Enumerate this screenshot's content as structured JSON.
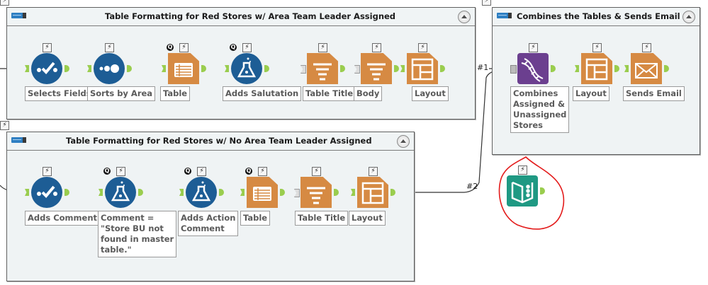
{
  "containers": [
    {
      "title": "Table Formatting for Red Stores w/ Area Team Leader Assigned"
    },
    {
      "title": "Table Formatting for Red Stores w/ No Area Team Leader Assigned"
    },
    {
      "title": "Combines the Tables & Sends Email"
    }
  ],
  "top_tools": [
    {
      "label": "Selects Fields",
      "icon": "select-icon"
    },
    {
      "label": "Sorts by Area",
      "icon": "sort-icon"
    },
    {
      "label": "Table",
      "icon": "table-icon"
    },
    {
      "label": "Adds Salutation",
      "icon": "formula-icon"
    },
    {
      "label": "Table Title",
      "icon": "report-text-icon"
    },
    {
      "label": "Body",
      "icon": "report-text-icon"
    },
    {
      "label": "Layout",
      "icon": "layout-icon"
    }
  ],
  "bottom_tools": [
    {
      "label": "Adds Comment",
      "icon": "select-icon"
    },
    {
      "label": "Comment = \"Store BU not found in master table.\"",
      "lines": [
        "Comment =",
        "\"Store BU not",
        "found in master",
        "table.\""
      ],
      "icon": "formula-icon"
    },
    {
      "label": "Adds Action Comment",
      "lines": [
        "Adds Action",
        "Comment"
      ],
      "icon": "formula-icon"
    },
    {
      "label": "Table",
      "icon": "table-icon"
    },
    {
      "label": "Table Title",
      "icon": "report-text-icon"
    },
    {
      "label": "Layout",
      "icon": "layout-icon"
    }
  ],
  "right_tools": [
    {
      "label": "Combines Assigned & Unassigned Stores",
      "lines": [
        "Combines",
        "Assigned &",
        "Unassigned",
        "Stores"
      ],
      "icon": "union-icon"
    },
    {
      "label": "Layout",
      "icon": "layout-icon"
    },
    {
      "label": "Sends Email",
      "icon": "email-icon"
    }
  ],
  "connections": {
    "c1": "#1",
    "c2": "#2"
  },
  "glyphs": {
    "bolt": "⚡",
    "q": "Q"
  },
  "colors": {
    "annotation": "#e31b1b",
    "anchor": "#9acd4e"
  }
}
